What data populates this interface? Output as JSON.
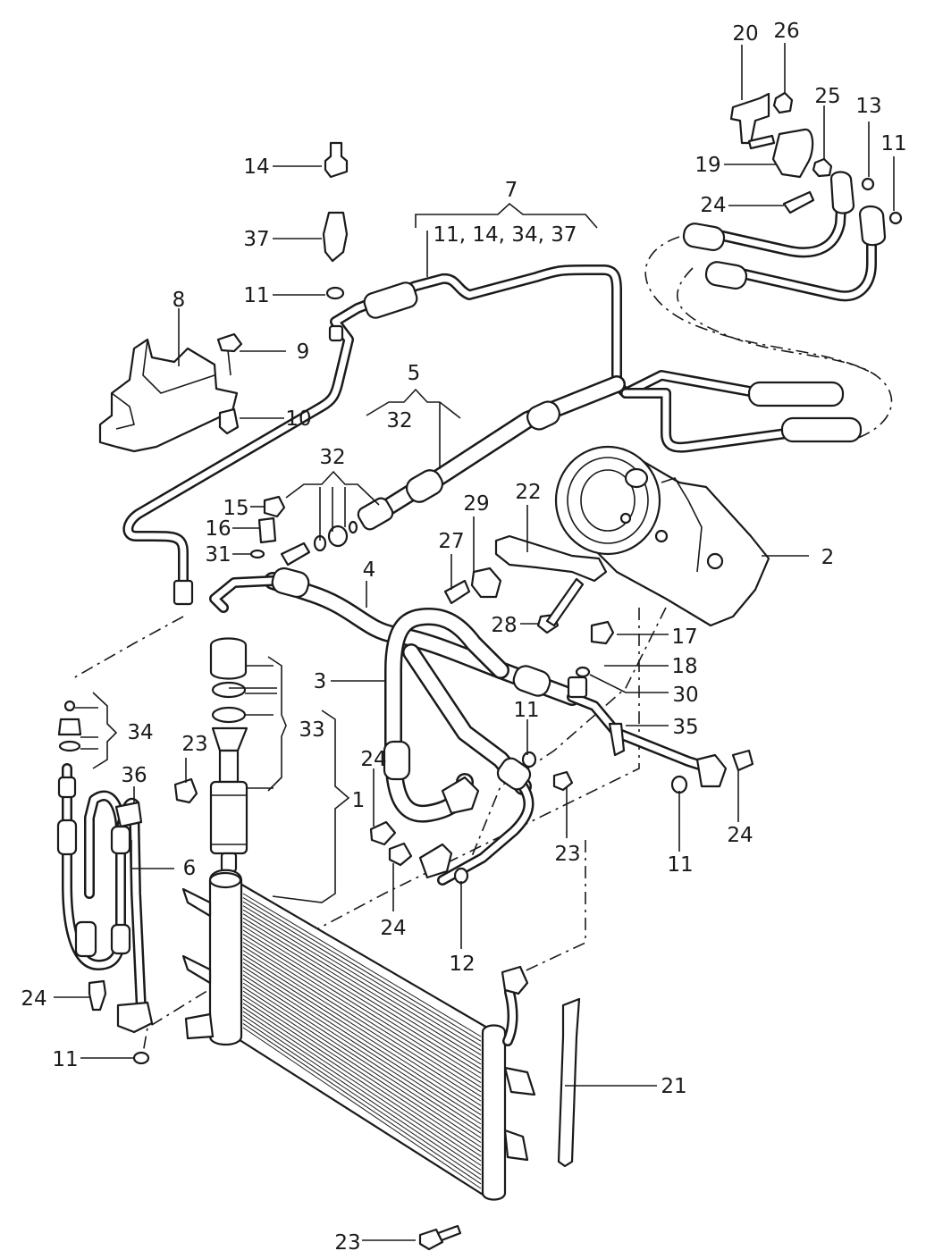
{
  "callouts": {
    "c1": "1",
    "c2": "2",
    "c3": "3",
    "c4": "4",
    "c5": "5",
    "c5_sub": "32",
    "c6": "6",
    "c7": "7",
    "c7_sub": "11, 14, 34, 37",
    "c8": "8",
    "c9": "9",
    "c10": "10",
    "c11_a": "11",
    "c11_b": "11",
    "c11_c": "11",
    "c11_d": "11",
    "c11_e": "11",
    "c12": "12",
    "c13": "13",
    "c14": "14",
    "c15": "15",
    "c16": "16",
    "c17": "17",
    "c18": "18",
    "c19": "19",
    "c20": "20",
    "c21": "21",
    "c22": "22",
    "c23_a": "23",
    "c23_b": "23",
    "c23_c": "23",
    "c24_a": "24",
    "c24_b": "24",
    "c24_c": "24",
    "c24_d": "24",
    "c24_e": "24",
    "c25": "25",
    "c26": "26",
    "c27": "27",
    "c28": "28",
    "c29": "29",
    "c30": "30",
    "c31": "31",
    "c32_a": "32",
    "c33": "33",
    "c34": "34",
    "c35": "35",
    "c36": "36",
    "c37": "37"
  },
  "colors": {
    "line": "#1a1a1a",
    "background": "#ffffff"
  }
}
